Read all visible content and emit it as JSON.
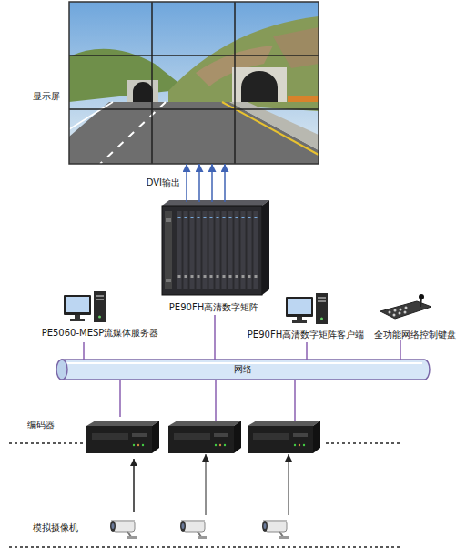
{
  "diagram": {
    "nodes": [
      {
        "text": [
          "显示屏"
        ]
      },
      {
        "text": [
          "PE90FH高清数字矩阵"
        ]
      },
      {
        "text": [
          "PE5060-MESP流媒体服务器"
        ]
      },
      {
        "text": [
          "PE90FH高清数字矩阵客户端"
        ]
      },
      {
        "text": [
          "全功能网络控制键盘"
        ]
      },
      {
        "text": [
          "网络"
        ]
      },
      {
        "text": [
          "编码器"
        ]
      },
      {
        "text": [
          "模拟摄像机"
        ]
      }
    ],
    "edges": [
      {
        "from": 1,
        "to": 0,
        "arrow": "to",
        "label": "DVI输出"
      },
      {
        "from": 1,
        "to": 0,
        "arrow": "to"
      },
      {
        "from": 1,
        "to": 0,
        "arrow": "to"
      },
      {
        "from": 1,
        "to": 0,
        "arrow": "to"
      },
      {
        "from": 2,
        "to": 5,
        "arrow": "none"
      },
      {
        "from": 1,
        "to": 5,
        "arrow": "none"
      },
      {
        "from": 3,
        "to": 5,
        "arrow": "none"
      },
      {
        "from": 4,
        "to": 5,
        "arrow": "none"
      },
      {
        "from": 5,
        "to": 6,
        "arrow": "none"
      },
      {
        "from": 7,
        "to": 6,
        "arrow": "to"
      }
    ]
  }
}
